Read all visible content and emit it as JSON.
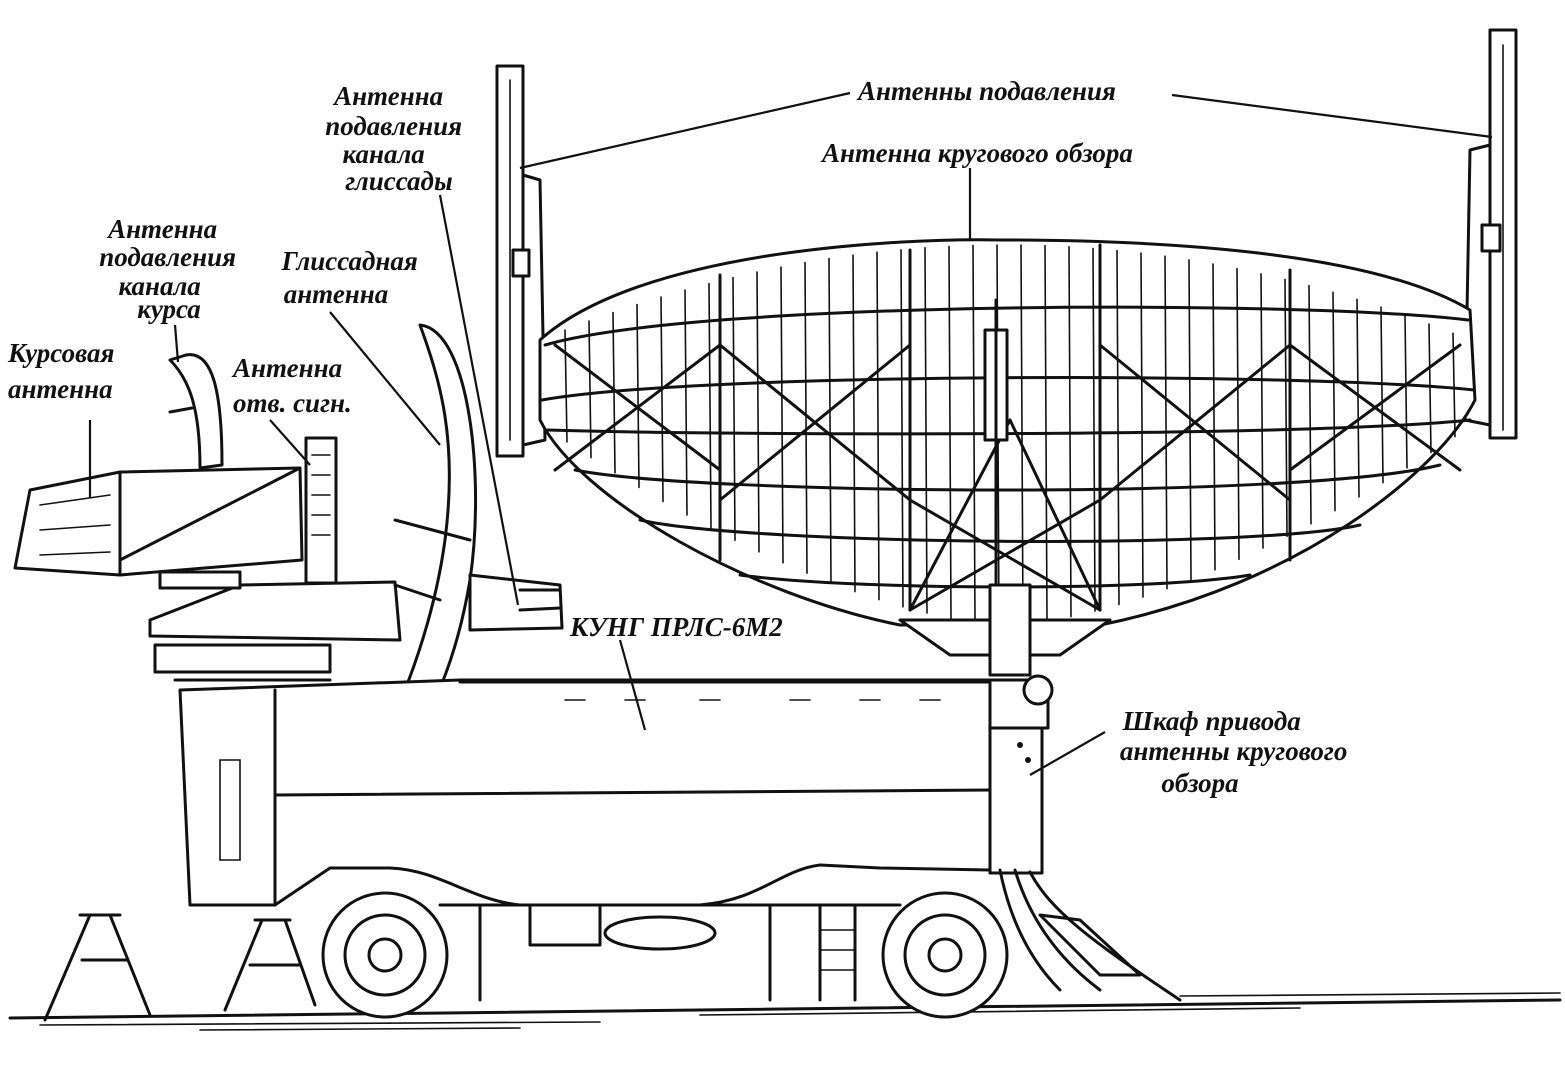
{
  "labels": {
    "suppression_antennas": "Антенны подавления",
    "surveillance_antenna": "Антенна кругового обзора",
    "glide_suppression": [
      "Антенна",
      "подавления",
      "канала",
      "глиссады"
    ],
    "course_suppression": [
      "Антенна",
      "подавления",
      "канала",
      "курса"
    ],
    "glide_antenna": [
      "Глиссадная",
      "антенна"
    ],
    "course_antenna": [
      "Курсовая",
      "антенна"
    ],
    "response_antenna": [
      "Антенна",
      "отв. сигн."
    ],
    "kung": "КУНГ ПРЛС-6М2",
    "drive_cabinet": [
      "Шкаф привода",
      "антенны кругового",
      "обзора"
    ]
  }
}
